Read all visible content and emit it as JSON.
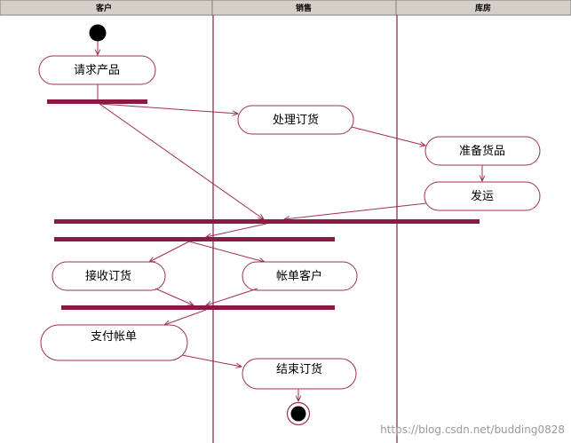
{
  "diagram": {
    "swimlanes": [
      "客户",
      "销售",
      "库房"
    ],
    "actions": {
      "request_product": "请求产品",
      "process_order": "处理订货",
      "prepare_goods": "准备货品",
      "ship": "发运",
      "receive_order": "接收订货",
      "bill_customer": "帐单客户",
      "pay_bill": "支付帐单",
      "close_order": "结束订货"
    },
    "watermark": "https://blog.csdn.net/budding0828"
  },
  "colors": {
    "flow": "#a0304f",
    "bar": "#8b1a44",
    "action_border": "#a0304f",
    "lane_line": "#8b1a44",
    "header_bg": "#d4d0c8"
  }
}
